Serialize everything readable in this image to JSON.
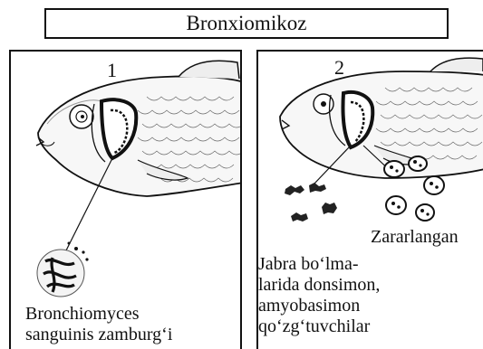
{
  "title": "Bronxiomikoz",
  "panels": [
    {
      "number": "1",
      "caption": "Bronchiomyces\nsanguinis zamburg‘i"
    },
    {
      "number": "2",
      "damaged_label": "Zararlangan",
      "caption": "Jabra bo‘lma-\nlarida donsimon,\namyobasimon\nqo‘zg‘tuvchilar"
    }
  ]
}
